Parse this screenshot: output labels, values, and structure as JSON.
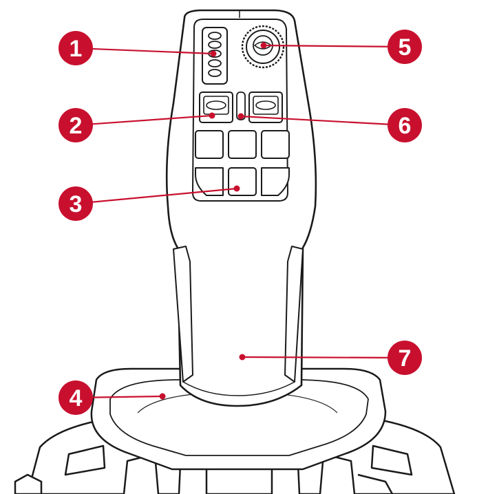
{
  "colors": {
    "callout": "#c8102e",
    "outline": "#1a1a1a",
    "fill": "#ffffff",
    "background": "#ffffff"
  },
  "callouts": [
    {
      "id": "1",
      "label": "1",
      "part": "top-switch-column"
    },
    {
      "id": "2",
      "label": "2",
      "part": "left-rocker-button"
    },
    {
      "id": "3",
      "label": "3",
      "part": "bottom-center-button"
    },
    {
      "id": "4",
      "label": "4",
      "part": "base-collar"
    },
    {
      "id": "5",
      "label": "5",
      "part": "thumb-wheel-knob"
    },
    {
      "id": "6",
      "label": "6",
      "part": "center-slot-button"
    },
    {
      "id": "7",
      "label": "7",
      "part": "grip-handle"
    }
  ]
}
